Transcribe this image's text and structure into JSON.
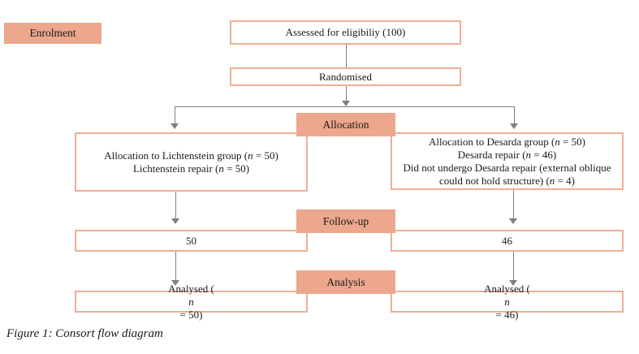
{
  "diagram": {
    "stage_labels": {
      "enrolment": "Enrolment",
      "allocation": "Allocation",
      "follow_up": "Follow-up",
      "analysis": "Analysis"
    },
    "boxes": {
      "assessed": "Assessed for eligibiliy (100)",
      "randomised": "Randomised",
      "alloc_left_line1": "Allocation to Lichtenstein group (n = 50)",
      "alloc_left_line2": "Lichtenstein repair (n = 50)",
      "alloc_right_line1": "Allocation to Desarda group (n = 50)",
      "alloc_right_line2": "Desarda repair (n = 46)",
      "alloc_right_line3": "Did not undergo Desarda repair (external oblique could not hold structure) (n = 4)",
      "followup_left": "50",
      "followup_right": "46",
      "analysed_left": "Analysed (n = 50)",
      "analysed_right": "Analysed (n = 46)"
    },
    "caption": "Figure 1: Consort flow diagram",
    "colors": {
      "banner_fill": "#ECA78D",
      "box_border": "#EFAE96",
      "line_gray": "#7F7F7F",
      "text": "#1A1A1A"
    }
  }
}
